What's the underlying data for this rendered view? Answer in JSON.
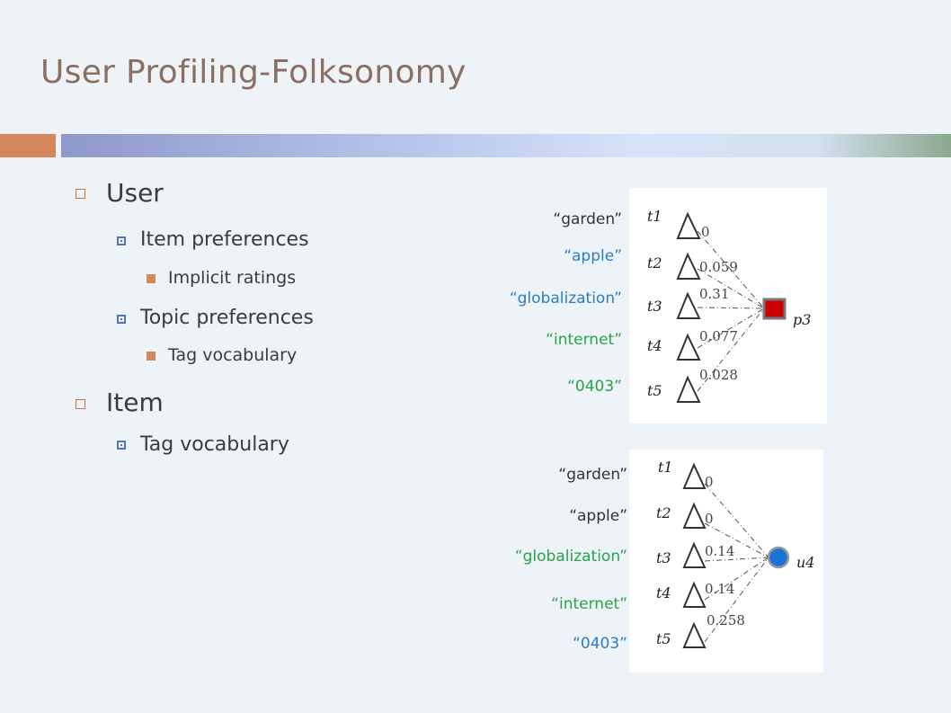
{
  "slide": {
    "title": "User Profiling-Folksonomy"
  },
  "outline": {
    "user": {
      "label": "User",
      "item_preferences": "Item preferences",
      "implicit_ratings": "Implicit ratings",
      "topic_preferences": "Topic preferences",
      "tag_vocabulary": "Tag vocabulary"
    },
    "item": {
      "label": "Item",
      "tag_vocabulary": "Tag vocabulary"
    }
  },
  "diagram_top": {
    "node_label": "p3",
    "tags": [
      "“garden”",
      "“apple”",
      "“globalization”",
      "“internet”",
      "“0403”"
    ],
    "tag_ids": [
      "t1",
      "t2",
      "t3",
      "t4",
      "t5"
    ],
    "weights": [
      "0",
      "0.059",
      "0.31",
      "0.077",
      "0.028"
    ]
  },
  "diagram_bottom": {
    "node_label": "u4",
    "tags": [
      "“garden”",
      "“apple”",
      "“globalization”",
      "“internet”",
      "“0403”"
    ],
    "tag_ids": [
      "t1",
      "t2",
      "t3",
      "t4",
      "t5"
    ],
    "weights": [
      "0",
      "0",
      "0.14",
      "0.14",
      "0.258"
    ]
  },
  "colors": {
    "title": "#8a6f62",
    "accent_orange": "#d4875a",
    "tag_blue": "#2b7ec4",
    "tag_green": "#27a34a",
    "item_node_red": "#cc0000",
    "user_node_blue": "#1a73d9"
  }
}
